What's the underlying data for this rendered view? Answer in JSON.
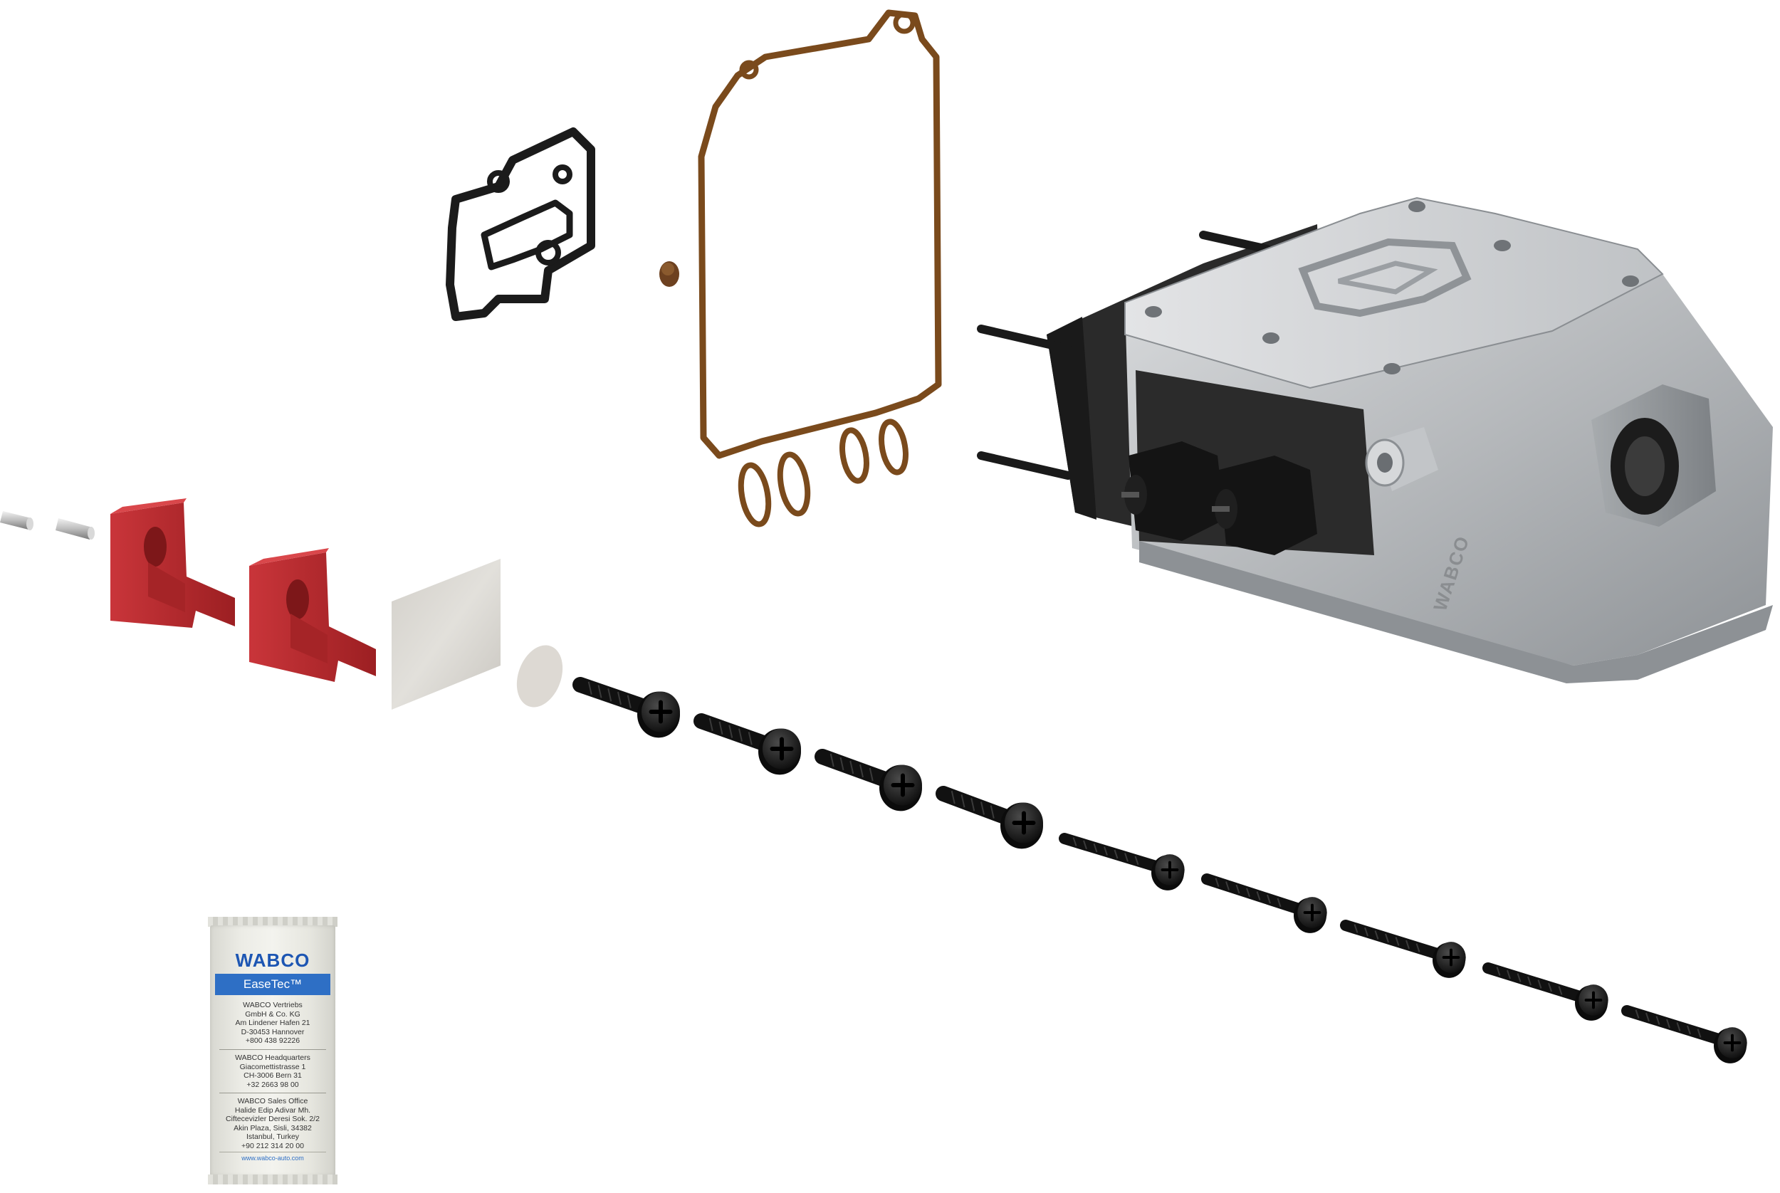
{
  "sachet": {
    "brand": "WABCO",
    "product": "EaseTec™",
    "address_blocks": [
      [
        "WABCO Vertriebs",
        "GmbH & Co. KG",
        "Am Lindener Hafen 21",
        "D-30453 Hannover",
        "+800 438 92226"
      ],
      [
        "WABCO Headquarters",
        "Giacomettistrasse 1",
        "CH-3006 Bern 31",
        "+32 2663 98 00"
      ],
      [
        "WABCO Sales Office",
        "Halide Edip Adivar Mh.",
        "Ciftecevizler Deresi Sok. 2/2",
        "Akin Plaza, Sisli, 34382",
        "Istanbul, Turkey",
        "+90 212 314 20 00"
      ]
    ],
    "website": "www.wabco-auto.com"
  },
  "housing": {
    "cast_logo": "WABCO"
  },
  "colors": {
    "red_clip": "#b8292c",
    "gasket_brown": "#7a4a1c",
    "gasket_black": "#1b1b1b",
    "aluminium": "#b9bcbf",
    "wabco_blue": "#1d56b3"
  },
  "parts": {
    "pins": 2,
    "red_clips": 2,
    "large_screws": 4,
    "small_screws": 5
  }
}
